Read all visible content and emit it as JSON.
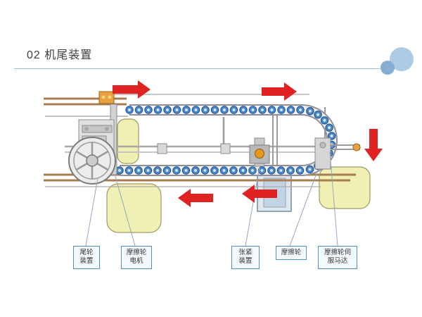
{
  "slide": {
    "title": "02 机尾装置"
  },
  "colors": {
    "arrow": "#e02222",
    "accent_line": "#a3bbd6",
    "label_border": "#4f8fca",
    "roller_fill": "#4a88cc",
    "roller_stroke": "#1d4f86",
    "roller_core": "#d6e6f6",
    "yellow_part": "#f0f0b4",
    "rail_copper": "#a97c52",
    "decor_circle_large": "#aecbe4",
    "decor_circle_small": "#86aed4"
  },
  "diagram": {
    "callouts": [
      {
        "label": "尾轮装置"
      },
      {
        "label": "摩擦轮电机"
      },
      {
        "label": "张紧装置"
      },
      {
        "label": "摩擦轮"
      },
      {
        "label": "摩擦轮伺服马达"
      }
    ]
  }
}
